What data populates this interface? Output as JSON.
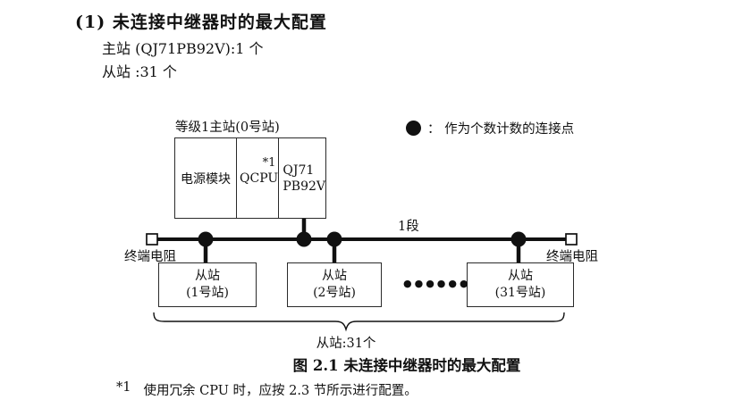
{
  "colors": {
    "ink": "#111111",
    "paper": "#ffffff"
  },
  "header": {
    "heading": "(1) 未连接中继器时的最大配置",
    "master_count_line": "主站 (QJ71PB92V):1 个",
    "slave_count_line": "从站 :31 个"
  },
  "diagram": {
    "master": {
      "label": "等级1主站(0号站)",
      "modules": {
        "power": "电源模块",
        "cpu": "QCPU",
        "cpu_note": "*1",
        "network_line1": "QJ71",
        "network_line2": "PB92V"
      }
    },
    "legend": {
      "text": "：  作为个数计数的连接点"
    },
    "bus": {
      "segment_label": "1段",
      "left_terminator_label": "终端电阻",
      "right_terminator_label": "终端电阻"
    },
    "slaves": [
      {
        "name": "从站",
        "station": "(1号站)"
      },
      {
        "name": "从站",
        "station": "(2号站)"
      },
      {
        "name": "从站",
        "station": "(31号站)"
      }
    ],
    "ellipsis": "●●●●●●",
    "brace_label": "从站:31个"
  },
  "caption": "图 2.1 未连接中继器时的最大配置",
  "footnote": {
    "marker": "*1",
    "text": "使用冗余 CPU 时，应按 2.3 节所示进行配置。"
  }
}
